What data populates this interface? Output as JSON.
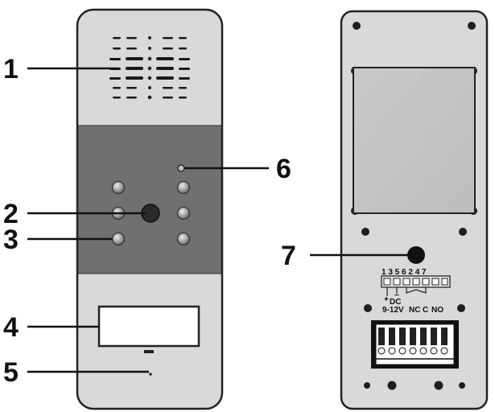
{
  "callouts": [
    "1",
    "2",
    "3",
    "4",
    "5",
    "6",
    "7"
  ],
  "terminals": {
    "numbers": "1 3 5 6 2 4 7",
    "polarity_plus": "+",
    "polarity_dc": "DC",
    "polarity_minus": "−",
    "voltage": "9-12V",
    "nc": "NC",
    "c": "C",
    "no": "NO"
  },
  "colors": {
    "panel": "#d9d9d9",
    "panel_outline": "#222222",
    "button_module": "#707070",
    "glass": "#c4c4c4",
    "connector": "#e8e8e8"
  }
}
